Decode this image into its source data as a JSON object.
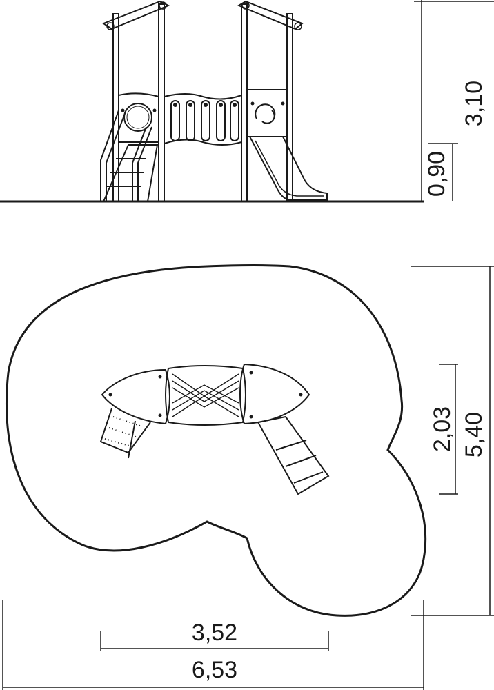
{
  "diagram": {
    "type": "playground-equipment-technical-drawing",
    "views": [
      "side-elevation",
      "top-plan"
    ],
    "colors": {
      "line": "#1a1a1a",
      "background": "#ffffff"
    },
    "dimensions": {
      "total_height": "3,10",
      "platform_height": "0,90",
      "equipment_depth": "2,03",
      "safety_zone_depth": "5,40",
      "equipment_width": "3,52",
      "safety_zone_width": "6,53"
    }
  }
}
